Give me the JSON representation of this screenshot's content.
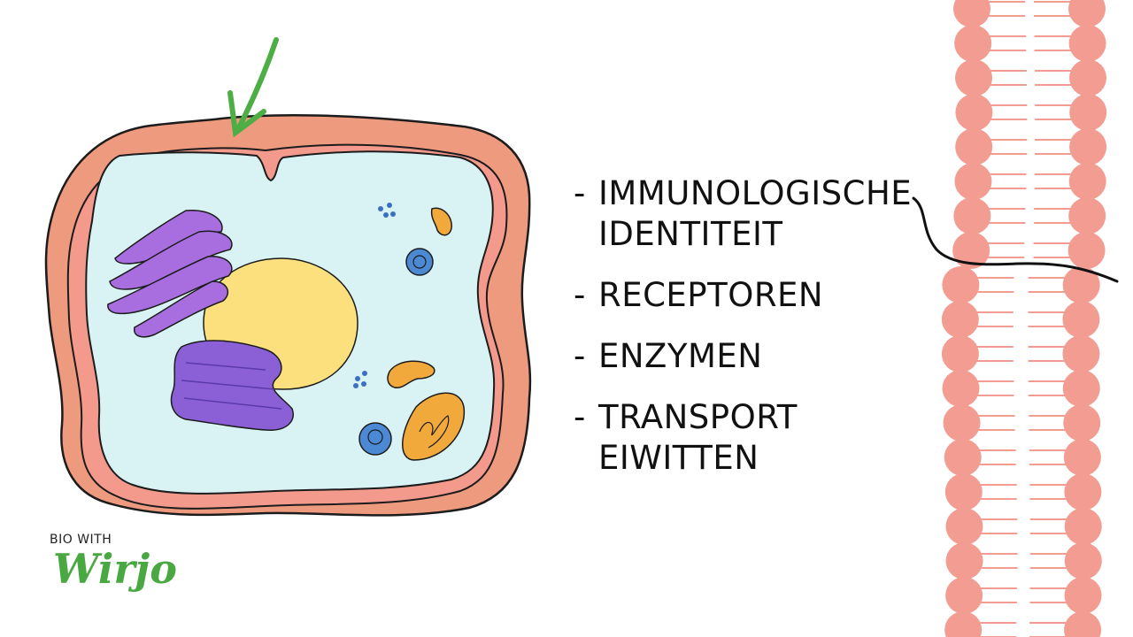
{
  "terms": [
    {
      "lines": [
        "IMMUNOLOGISCHE",
        "IDENTITEIT"
      ]
    },
    {
      "lines": [
        "RECEPTOREN"
      ]
    },
    {
      "lines": [
        "ENZYMEN"
      ]
    },
    {
      "lines": [
        "TRANSPORT",
        "EIWITTEN"
      ]
    }
  ],
  "logo": {
    "top": "BIO WITH",
    "main": "Wirjo"
  },
  "colors": {
    "membrane": "#f29c92",
    "cell_wall": "#ee9a7f",
    "cytoplasm": "#d9f3f5",
    "nucleus": "#fbe07d",
    "golgi": "#a86ee0",
    "er": "#8b60d6",
    "vesicle": "#4c89d4",
    "mitochondrion": "#f2a93b",
    "arrow": "#4cae44",
    "logo": "#4aa843"
  }
}
